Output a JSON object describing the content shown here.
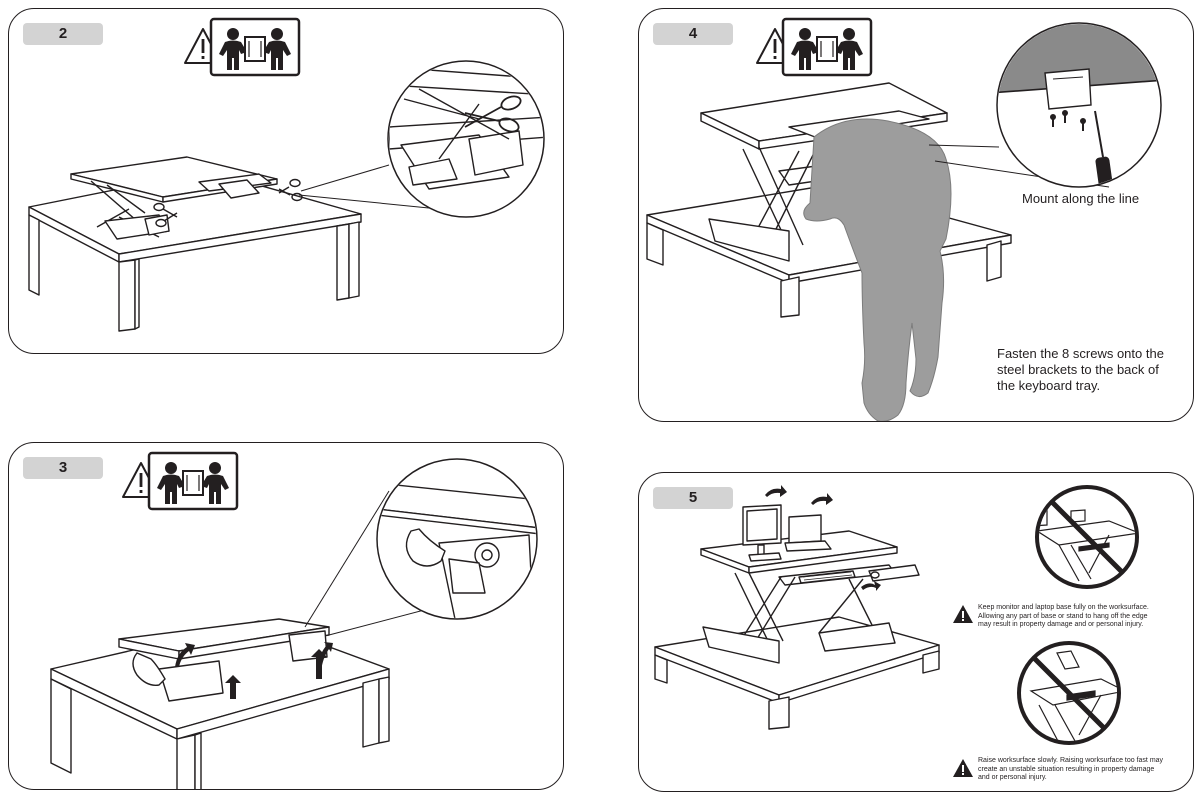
{
  "steps": {
    "s2": {
      "number": "2"
    },
    "s3": {
      "number": "3"
    },
    "s4": {
      "number": "4",
      "mount_label": "Mount along the line",
      "instruction_lines": [
        "Fasten the 8 screws onto the",
        "steel brackets to the back of",
        "the keyboard tray."
      ]
    },
    "s5": {
      "number": "5",
      "warning_1_lines": [
        "Keep monitor and laptop base fully on the worksurface.",
        "Allowing any part of base or stand to hang off the edge",
        "may result in property damage and or personal injury."
      ],
      "warning_2_lines": [
        "Raise worksurface slowly. Raising worksurface too fast may",
        "create an unstable situation resulting in property damage",
        "and or personal injury."
      ]
    }
  },
  "colors": {
    "line": "#231f20",
    "badge": "#d3d3d3",
    "figure": "#9d9d9d",
    "hatch": "#6b6b6b"
  },
  "icons": [
    "warning-triangle-icon",
    "two-person-lift-icon",
    "scissors-icon",
    "screwdriver-icon",
    "curved-arrow-icon",
    "up-arrow-icon",
    "prohibited-icon"
  ]
}
